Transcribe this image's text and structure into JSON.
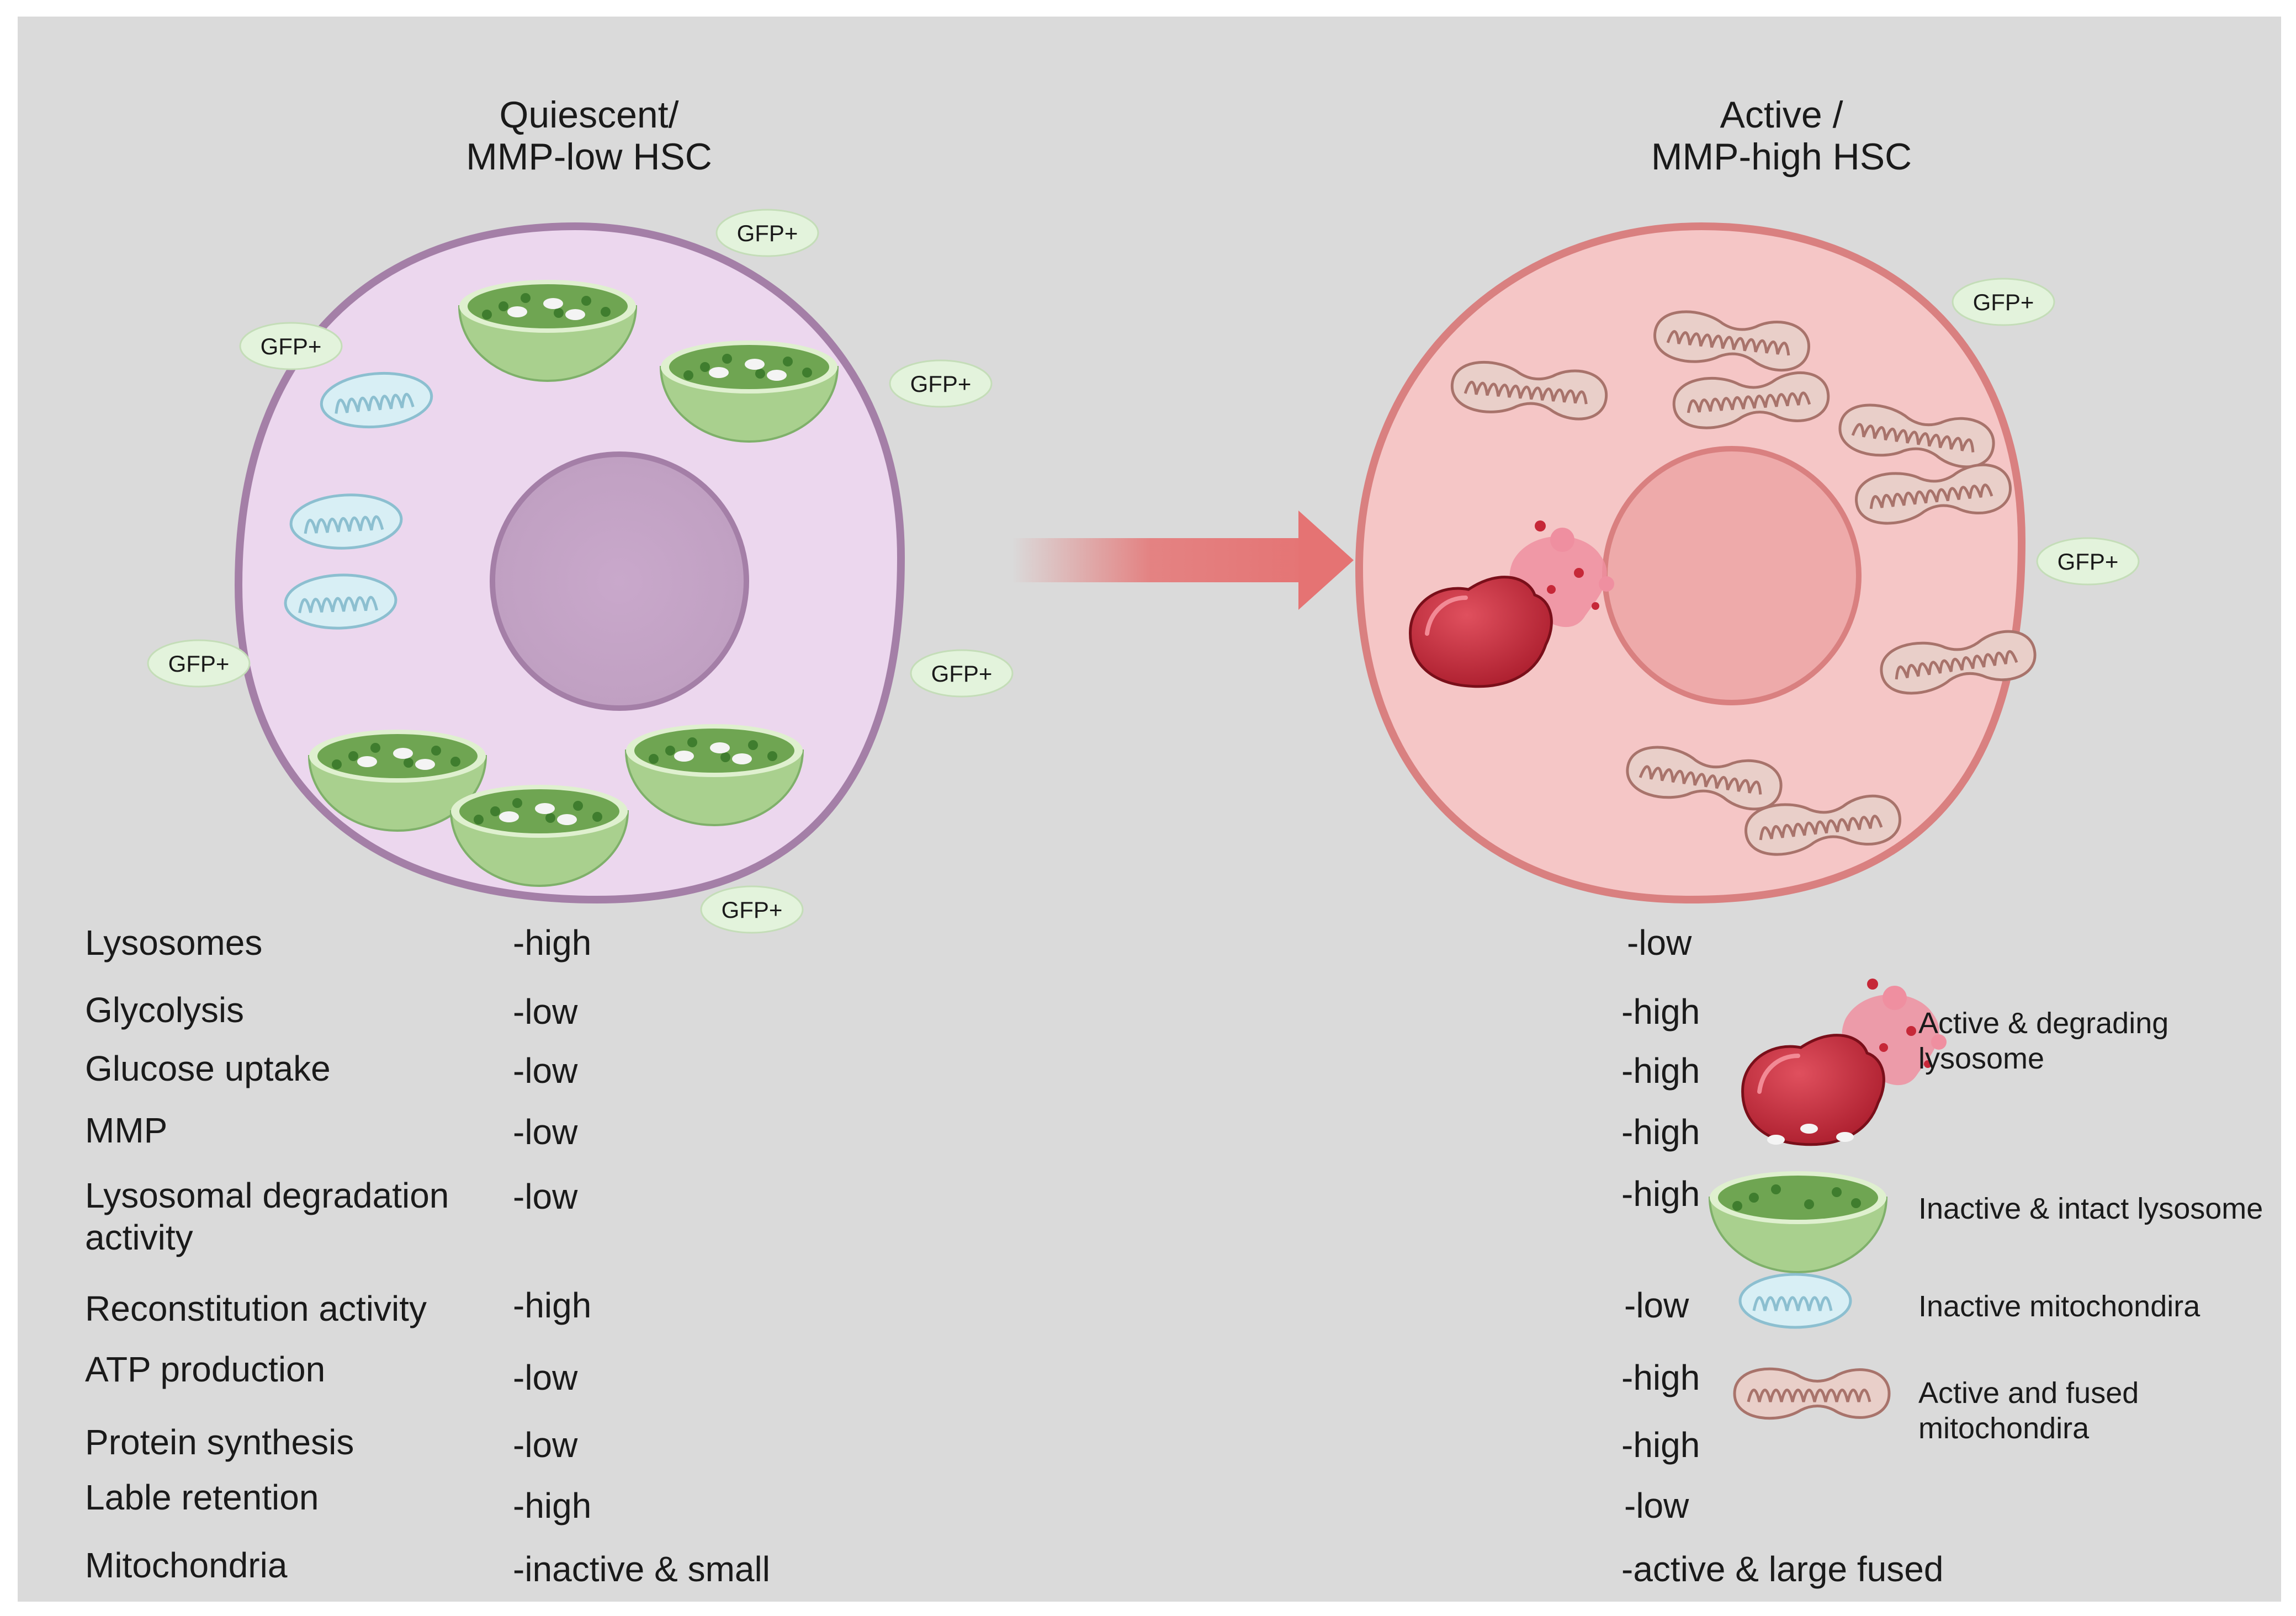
{
  "titles": {
    "left": "Quiescent/\nMMP-low HSC",
    "right": "Active /\nMMP-high HSC"
  },
  "gfp_label": "GFP+",
  "rows": [
    {
      "label": "Lysosomes",
      "left": "-high",
      "right": "-low"
    },
    {
      "label": "Glycolysis",
      "left": "-low",
      "right": "-high"
    },
    {
      "label": "Glucose  uptake",
      "left": "-low",
      "right": "-high"
    },
    {
      "label": "MMP",
      "left": "-low",
      "right": "-high"
    },
    {
      "label": "Lysosomal degradation\nactivity",
      "left": "-low",
      "right": "-high"
    },
    {
      "label": "Reconstitution activity",
      "left": "-high",
      "right": "-low"
    },
    {
      "label": "ATP production",
      "left": "-low",
      "right": "-high"
    },
    {
      "label": "Protein synthesis",
      "left": "-low",
      "right": "-high"
    },
    {
      "label": "Lable retention",
      "left": "-high",
      "right": "-low"
    },
    {
      "label": "Mitochondria",
      "left": "-inactive & small",
      "right": "-active & large fused"
    }
  ],
  "legend": [
    {
      "icon": "degrading-lysosome-icon",
      "label": "Active & degrading\nlysosome"
    },
    {
      "icon": "intact-lysosome-icon",
      "label": "Inactive & intact  lysosome"
    },
    {
      "icon": "inactive-mitochondria-icon",
      "label": "Inactive mitochondira"
    },
    {
      "icon": "fused-mitochondria-icon",
      "label": "Active and fused\nmitochondira"
    }
  ],
  "colors": {
    "background": "#dadada",
    "quiescent_cell_fill": "#ecd7ee",
    "quiescent_cell_border": "#a47fa7",
    "quiescent_nucleus": "#cbadcd",
    "active_cell_fill": "#f5c6c6",
    "active_cell_border": "#d98080",
    "active_nucleus": "#eeaaaa",
    "arrow": "#e57373",
    "lysosome_green": "#a9d08e",
    "degrading_lysosome": "#c62838",
    "mito_inactive": "#d8eff5",
    "mito_active": "#e9cfc9",
    "gfp_badge": "#e3f3dc"
  }
}
